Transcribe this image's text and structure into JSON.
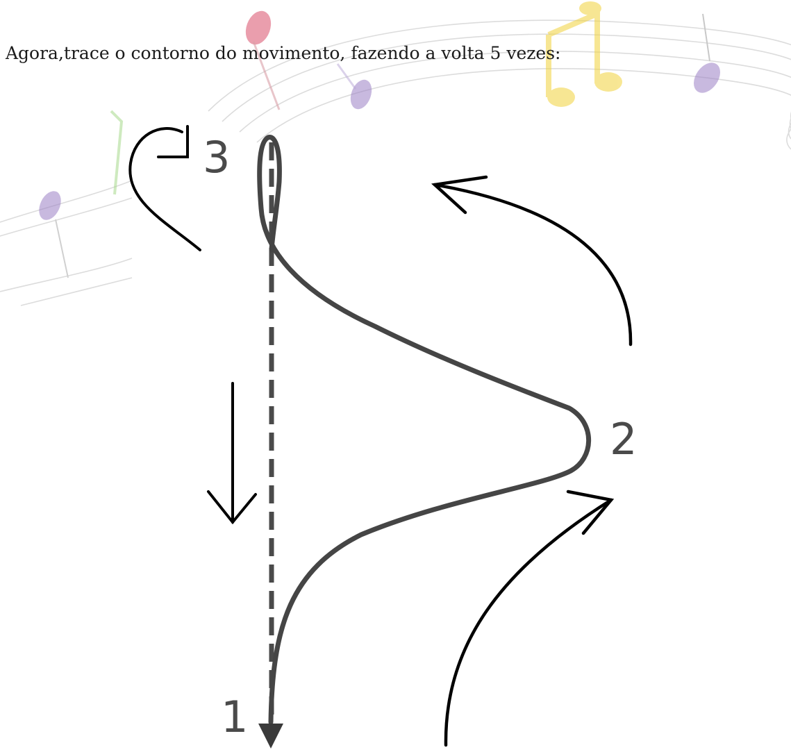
{
  "instruction": "Agora,trace o contorno do movimento, fazendo a volta 5 vezes:",
  "beats": {
    "one": "1",
    "two": "2",
    "three": "3"
  },
  "colors": {
    "background": "#ffffff",
    "text": "#1a1a1a",
    "diagram_stroke": "#454545",
    "arrow_stroke": "#000000",
    "note_pink": "#d94f6a",
    "note_purple": "#9a80c4",
    "note_yellow": "#f2d33c"
  },
  "icons": [
    "music-note-icon",
    "curved-arrow-icon",
    "down-arrow-icon",
    "turn-arrow-icon"
  ]
}
